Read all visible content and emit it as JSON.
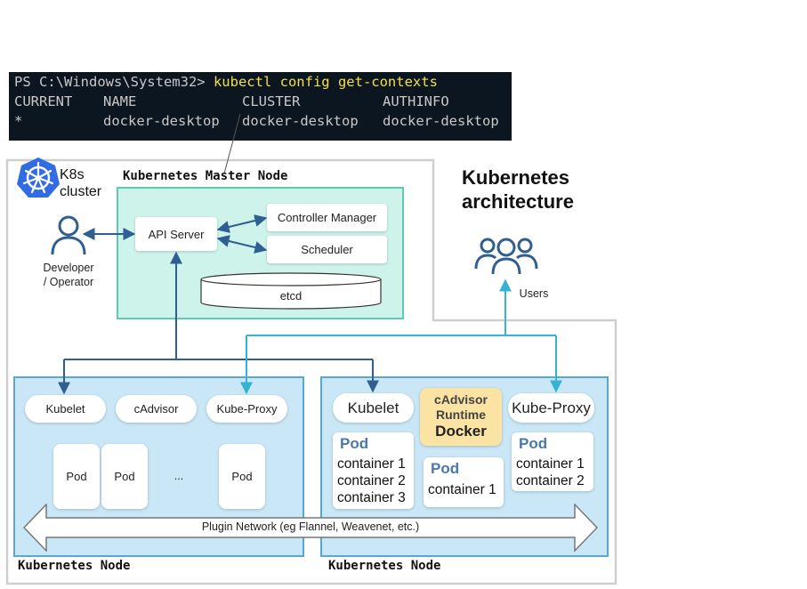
{
  "terminal": {
    "prompt": "PS C:\\Windows\\System32> ",
    "command": "kubectl config get-contexts",
    "headers": [
      "CURRENT",
      "NAME",
      "CLUSTER",
      "AUTHINFO"
    ],
    "row": [
      "*",
      "docker-desktop",
      "docker-desktop",
      "docker-desktop"
    ]
  },
  "title": [
    "Kubernetes",
    "architecture"
  ],
  "cluster_label": [
    "K8s",
    "cluster"
  ],
  "master": {
    "label": "Kubernetes Master Node",
    "api_server": "API Server",
    "controller_manager": "Controller Manager",
    "scheduler": "Scheduler",
    "etcd": "etcd"
  },
  "developer_label": [
    "Developer",
    "/ Operator"
  ],
  "users_label": "Users",
  "node_left": {
    "label": "Kubernetes Node",
    "kubelet": "Kubelet",
    "cadvisor": "cAdvisor",
    "kube_proxy": "Kube-Proxy",
    "pods": [
      "Pod",
      "Pod",
      "Pod"
    ],
    "ellipsis": "...",
    "network": "Plugin Network (eg Flannel, Weavenet, etc.)"
  },
  "node_right": {
    "label": "Kubernetes Node",
    "kubelet": "Kubelet",
    "runtime": [
      "cAdvisor",
      "Runtime",
      "Docker"
    ],
    "kube_proxy": "Kube-Proxy",
    "pod1": {
      "title": "Pod",
      "containers": [
        "container 1",
        "container 2",
        "container 3"
      ]
    },
    "pod2": {
      "title": "Pod",
      "containers": [
        "container 1"
      ]
    },
    "pod3": {
      "title": "Pod",
      "containers": [
        "container 1",
        "container 2"
      ]
    }
  },
  "colors": {
    "master_fill": "#cdf3ea",
    "node_fill": "#c9e7f6",
    "dark_arrow": "#2f5e92",
    "cyan_arrow": "#35b3d4",
    "runtime_fill": "#fbe3a4"
  }
}
